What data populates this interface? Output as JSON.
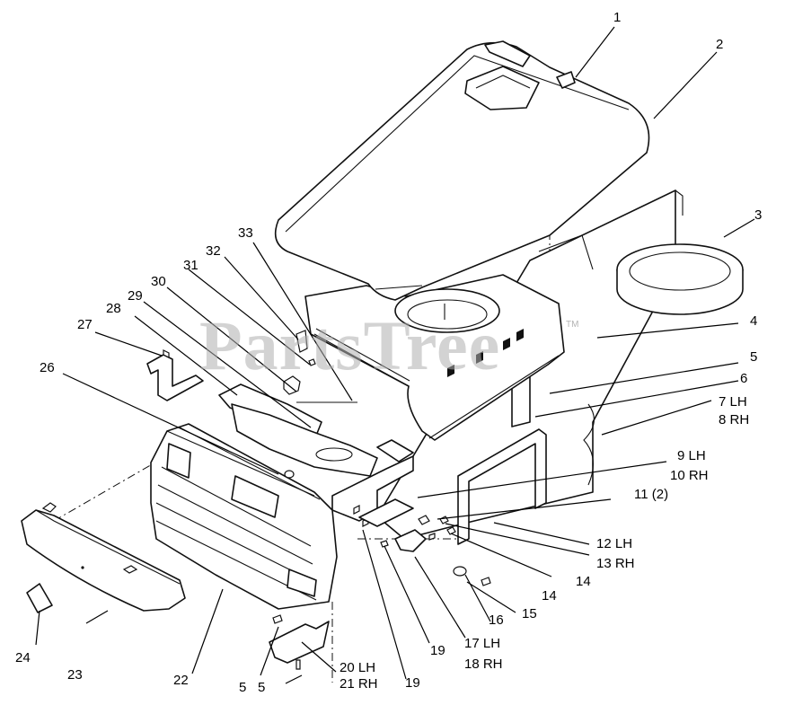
{
  "watermark": {
    "text": "PartsTree",
    "tm": "TM"
  },
  "callouts": [
    {
      "id": "1",
      "text": "1"
    },
    {
      "id": "2",
      "text": "2"
    },
    {
      "id": "3",
      "text": "3"
    },
    {
      "id": "4",
      "text": "4"
    },
    {
      "id": "5a",
      "text": "5"
    },
    {
      "id": "6",
      "text": "6"
    },
    {
      "id": "7",
      "text": "7 LH"
    },
    {
      "id": "8",
      "text": "8 RH"
    },
    {
      "id": "9",
      "text": "9 LH"
    },
    {
      "id": "10",
      "text": "10 RH"
    },
    {
      "id": "11",
      "text": "11 (2)"
    },
    {
      "id": "12",
      "text": "12 LH"
    },
    {
      "id": "13",
      "text": "13 RH"
    },
    {
      "id": "14a",
      "text": "14"
    },
    {
      "id": "14b",
      "text": "14"
    },
    {
      "id": "15",
      "text": "15"
    },
    {
      "id": "16",
      "text": "16"
    },
    {
      "id": "17",
      "text": "17 LH"
    },
    {
      "id": "18",
      "text": "18 RH"
    },
    {
      "id": "19a",
      "text": "19"
    },
    {
      "id": "19b",
      "text": "19"
    },
    {
      "id": "20",
      "text": "20 LH"
    },
    {
      "id": "21",
      "text": "21 RH"
    },
    {
      "id": "5b",
      "text": "5"
    },
    {
      "id": "5c",
      "text": "5"
    },
    {
      "id": "22",
      "text": "22"
    },
    {
      "id": "23",
      "text": "23"
    },
    {
      "id": "24",
      "text": "24"
    },
    {
      "id": "26",
      "text": "26"
    },
    {
      "id": "27",
      "text": "27"
    },
    {
      "id": "28",
      "text": "28"
    },
    {
      "id": "29",
      "text": "29"
    },
    {
      "id": "30",
      "text": "30"
    },
    {
      "id": "31",
      "text": "31"
    },
    {
      "id": "32",
      "text": "32"
    },
    {
      "id": "33",
      "text": "33"
    }
  ]
}
